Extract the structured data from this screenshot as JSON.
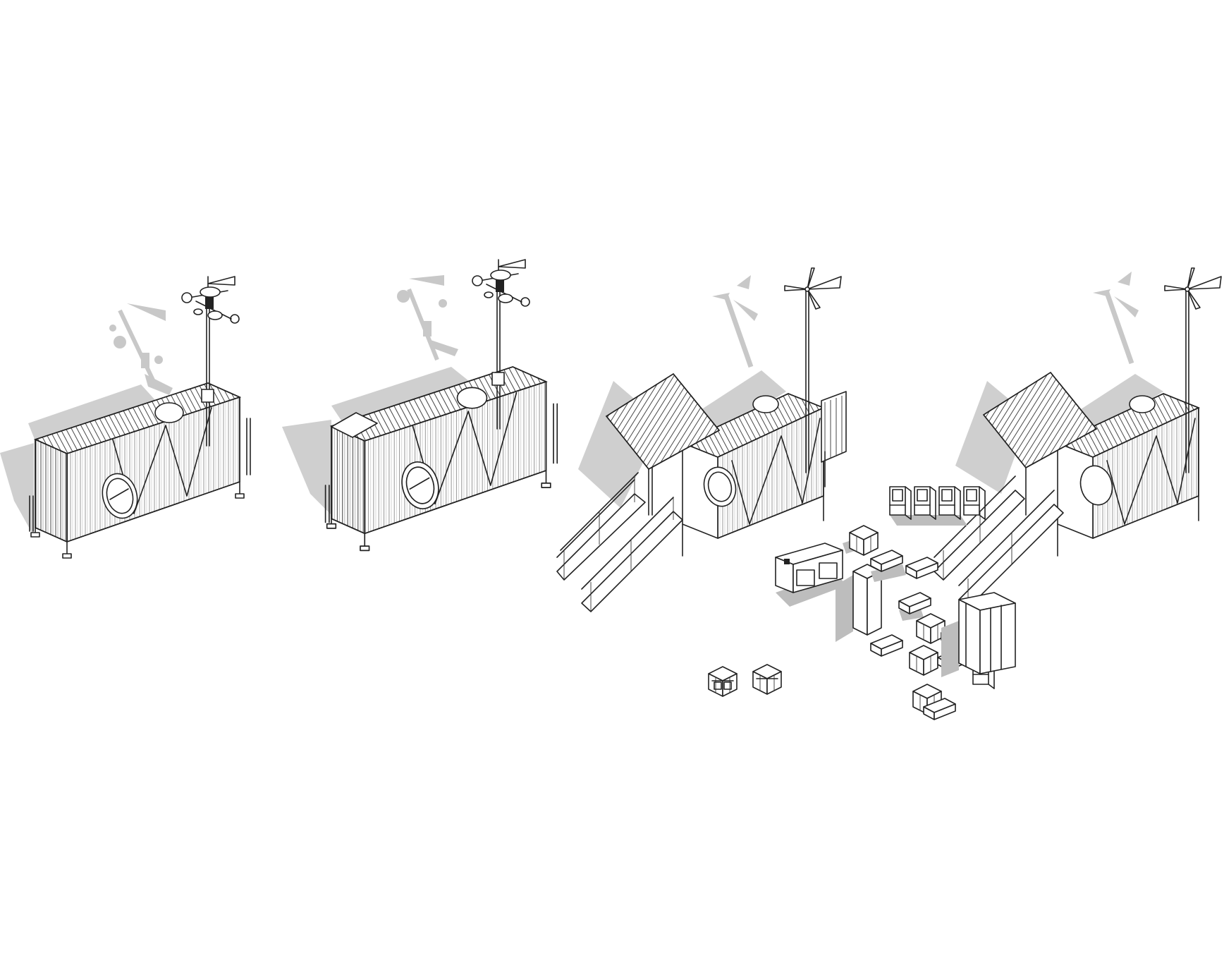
{
  "figure": {
    "caption": "",
    "stages": [
      {
        "id": "stage-1",
        "state": "container closed, weather mast instruments"
      },
      {
        "id": "stage-2",
        "state": "container closed, side flap raised"
      },
      {
        "id": "stage-3",
        "state": "roof panels opened, ramps deployed, wind turbine"
      },
      {
        "id": "stage-4",
        "state": "deployed with furniture unpacked"
      }
    ]
  },
  "colors": {
    "line": "#222222",
    "shadow": "#cfcfcf",
    "background": "#ffffff"
  },
  "icons": [
    "container-icon",
    "wind-turbine-icon",
    "weather-mast-icon",
    "ramp-icon",
    "furniture-icon"
  ]
}
